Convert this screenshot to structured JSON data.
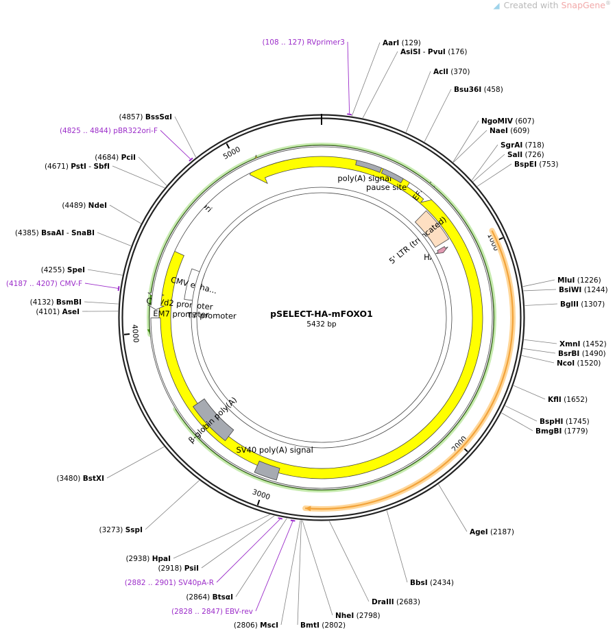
{
  "credit": {
    "prefix": "Created with",
    "brand": "SnapGene",
    "reg": "®"
  },
  "plasmid": {
    "name": "pSELECT-HA-mFOXO1",
    "size": "5432 bp",
    "total_bp": 5432
  },
  "ticks": [
    {
      "label": "1000",
      "bp": 1000
    },
    {
      "label": "2000",
      "bp": 2000
    },
    {
      "label": "3000",
      "bp": 3000
    },
    {
      "label": "4000",
      "bp": 4000
    },
    {
      "label": "5000",
      "bp": 5000
    }
  ],
  "sites": [
    {
      "name": "AarI",
      "pos": "(129)",
      "bp": 129,
      "side": "R"
    },
    {
      "name": "AsiSI",
      "name2": "PvuI",
      "pos": "(176)",
      "bp": 176,
      "side": "R"
    },
    {
      "name": "AclI",
      "pos": "(370)",
      "bp": 370,
      "side": "R"
    },
    {
      "name": "Bsu36I",
      "pos": "(458)",
      "bp": 458,
      "side": "R"
    },
    {
      "name": "NgoMIV",
      "pos": "(607)",
      "bp": 607,
      "side": "R"
    },
    {
      "name": "NaeI",
      "pos": "(609)",
      "bp": 609,
      "side": "R"
    },
    {
      "name": "SgrAI",
      "pos": "(718)",
      "bp": 718,
      "side": "R"
    },
    {
      "name": "SalI",
      "pos": "(726)",
      "bp": 726,
      "side": "R"
    },
    {
      "name": "BspEI",
      "pos": "(753)",
      "bp": 753,
      "side": "R"
    },
    {
      "name": "MluI",
      "pos": "(1226)",
      "bp": 1226,
      "side": "R"
    },
    {
      "name": "BsiWI",
      "pos": "(1244)",
      "bp": 1244,
      "side": "R"
    },
    {
      "name": "BglII",
      "pos": "(1307)",
      "bp": 1307,
      "side": "R"
    },
    {
      "name": "XmnI",
      "pos": "(1452)",
      "bp": 1452,
      "side": "R"
    },
    {
      "name": "BsrBI",
      "pos": "(1490)",
      "bp": 1490,
      "side": "R"
    },
    {
      "name": "NcoI",
      "pos": "(1520)",
      "bp": 1520,
      "side": "R"
    },
    {
      "name": "KflI",
      "pos": "(1652)",
      "bp": 1652,
      "side": "R"
    },
    {
      "name": "BspHI",
      "pos": "(1745)",
      "bp": 1745,
      "side": "R"
    },
    {
      "name": "BmgBI",
      "pos": "(1779)",
      "bp": 1779,
      "side": "R"
    },
    {
      "name": "AgeI",
      "pos": "(2187)",
      "bp": 2187,
      "side": "R"
    },
    {
      "name": "BbsI",
      "pos": "(2434)",
      "bp": 2434,
      "side": "R"
    },
    {
      "name": "DraIII",
      "pos": "(2683)",
      "bp": 2683,
      "side": "R"
    },
    {
      "name": "NheI",
      "pos": "(2798)",
      "bp": 2798,
      "side": "R"
    },
    {
      "name": "BmtI",
      "pos": "(2802)",
      "bp": 2802,
      "side": "R"
    },
    {
      "name": "MscI",
      "pos": "(2806)",
      "bp": 2806,
      "side": "L"
    },
    {
      "name": "BtsαI",
      "pos": "(2864)",
      "bp": 2864,
      "side": "L"
    },
    {
      "name": "PsiI",
      "pos": "(2918)",
      "bp": 2918,
      "side": "L"
    },
    {
      "name": "HpaI",
      "pos": "(2938)",
      "bp": 2938,
      "side": "L"
    },
    {
      "name": "SspI",
      "pos": "(3273)",
      "bp": 3273,
      "side": "L"
    },
    {
      "name": "BstXI",
      "pos": "(3480)",
      "bp": 3480,
      "side": "L"
    },
    {
      "name": "AseI",
      "pos": "(4101)",
      "bp": 4101,
      "side": "L"
    },
    {
      "name": "BsmBI",
      "pos": "(4132)",
      "bp": 4132,
      "side": "L"
    },
    {
      "name": "SpeI",
      "pos": "(4255)",
      "bp": 4255,
      "side": "L"
    },
    {
      "name": "BsaAI",
      "name2": "SnaBI",
      "pos": "(4385)",
      "bp": 4385,
      "side": "L"
    },
    {
      "name": "NdeI",
      "pos": "(4489)",
      "bp": 4489,
      "side": "L"
    },
    {
      "name": "PstI",
      "name2": "SbfI",
      "pos": "(4671)",
      "bp": 4671,
      "side": "L"
    },
    {
      "name": "PciI",
      "pos": "(4684)",
      "bp": 4684,
      "side": "L"
    },
    {
      "name": "BssSαI",
      "pos": "(4857)",
      "bp": 4857,
      "side": "L"
    }
  ],
  "primers": [
    {
      "name": "RVprimer3",
      "range": "(108 .. 127)",
      "start": 108,
      "end": 127,
      "side": "L"
    },
    {
      "name": "pBR322ori-F",
      "range": "(4825 .. 4844)",
      "start": 4825,
      "end": 4844,
      "side": "L"
    },
    {
      "name": "CMV-F",
      "range": "(4187 .. 4207)",
      "start": 4187,
      "end": 4207,
      "side": "L"
    },
    {
      "name": "SV40pA-R",
      "range": "(2882 .. 2901)",
      "start": 2882,
      "end": 2901,
      "side": "L"
    },
    {
      "name": "EBV-rev",
      "range": "(2828 .. 2847)",
      "start": 2828,
      "end": 2847,
      "side": "L"
    }
  ],
  "features": [
    {
      "name": "ori",
      "type": "arrow",
      "color": "#ffff00",
      "start": 5030,
      "end": 4440,
      "dir": -1
    },
    {
      "name": "poly(A) signal",
      "type": "box",
      "color": "#a6aab1",
      "start": 190,
      "end": 330
    },
    {
      "name": "pause site",
      "type": "box",
      "color": "#a6aab1",
      "start": 340,
      "end": 460
    },
    {
      "name": "EF-1...",
      "type": "arrow",
      "color": "#ffffff",
      "start": 500,
      "end": 655,
      "dir": 1
    },
    {
      "name": "5' LTR (truncated)",
      "type": "box",
      "color": "#fedfc2",
      "start": 670,
      "end": 880
    },
    {
      "name": "HA",
      "type": "arrow",
      "color": "#e19ab2",
      "start": 905,
      "end": 935,
      "dir": 1
    },
    {
      "name": "CMV enha...",
      "type": "box",
      "color": "#ffffff",
      "start": 4385,
      "end": 4188
    },
    {
      "name": "CMVd2 promoter",
      "type": "arrow",
      "color": "#ffffff",
      "start": 4175,
      "end": 4135,
      "dir": -1
    },
    {
      "name": "EM7 promoter",
      "type": "arrow",
      "color": "#ffffff",
      "start": 4115,
      "end": 4072,
      "dir": -1
    },
    {
      "name": "T7 promoter",
      "type": "arrow",
      "color": "#ffffff",
      "start": 4095,
      "end": 4078,
      "dir": -1
    },
    {
      "name": "β-globin poly(A)",
      "type": "box",
      "color": "#a6aab1",
      "start": 3550,
      "end": 3290
    },
    {
      "name": "SV40 poly(A) signal",
      "type": "box",
      "color": "#a6aab1",
      "start": 3070,
      "end": 2950
    }
  ],
  "orfs": [
    {
      "name": "orange-orf",
      "color": "#f2a33a",
      "start": 950,
      "end": 2790,
      "dir": 1
    },
    {
      "name": "green-orf-right",
      "color": "#3f8d0e",
      "start": 955,
      "end": 1370,
      "dir": -1
    },
    {
      "name": "green-orf-left",
      "color": "#3f8d0e",
      "start": 3990,
      "end": 3590,
      "dir": -1
    }
  ],
  "colors": {
    "backbone": "#222222",
    "enzyme": "#000000",
    "primer": "#9b2cc9",
    "leader": "#808080"
  }
}
